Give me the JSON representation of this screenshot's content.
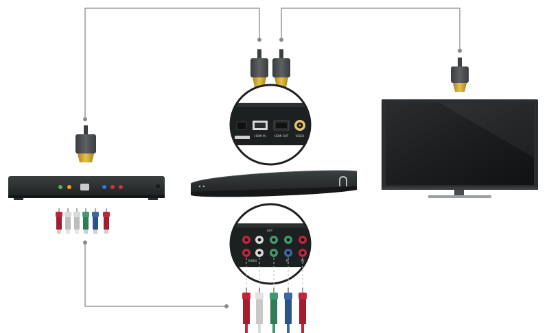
{
  "labels": {
    "hdmi_in": "HDMI IN",
    "hdmi_out": "HDMI OUT",
    "video": "VIDEO",
    "audio": "AUDIO",
    "out": "OUT",
    "in": "IN",
    "pr": "Pr",
    "pb": "Pb"
  },
  "colors": {
    "wire": "#8a8a8a",
    "hdmi_body": "#4a4d4f",
    "hdmi_tip": "#c9a227",
    "rca_red": "#c0253a",
    "rca_white": "#d9d9d9",
    "rca_green": "#3f9a6e",
    "rca_blue": "#3b67a8",
    "device_dark": "#262a2b",
    "tv_screen": "#1b1d1e"
  },
  "icons": {
    "player_brand": "n-logo-icon",
    "hdmi_plug": "hdmi-connector-icon",
    "rca_plug": "rca-connector-icon"
  }
}
